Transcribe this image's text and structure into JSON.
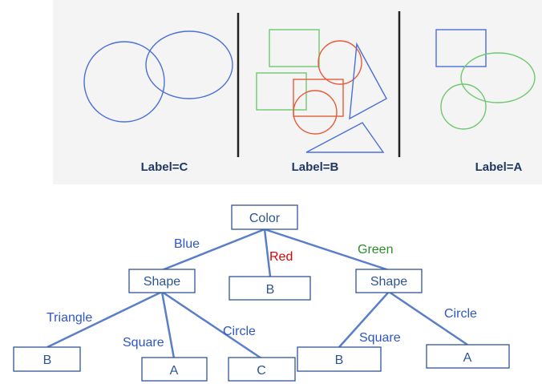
{
  "panels": [
    {
      "label": "Label=C"
    },
    {
      "label": "Label=B"
    },
    {
      "label": "Label=A"
    }
  ],
  "tree": {
    "nodes": [
      {
        "id": "root",
        "text": "Color"
      },
      {
        "id": "shape-left",
        "text": "Shape"
      },
      {
        "id": "leaf-red",
        "text": "B"
      },
      {
        "id": "shape-right",
        "text": "Shape"
      },
      {
        "id": "leaf-triangle",
        "text": "B"
      },
      {
        "id": "leaf-square-left",
        "text": "A"
      },
      {
        "id": "leaf-circle-left",
        "text": "C"
      },
      {
        "id": "leaf-square-right",
        "text": "B"
      },
      {
        "id": "leaf-circle-right",
        "text": "A"
      }
    ],
    "edges": [
      {
        "id": "edge-blue",
        "text": "Blue"
      },
      {
        "id": "edge-red",
        "text": "Red"
      },
      {
        "id": "edge-green",
        "text": "Green"
      },
      {
        "id": "edge-triangle",
        "text": "Triangle"
      },
      {
        "id": "edge-square-left",
        "text": "Square"
      },
      {
        "id": "edge-circle-left",
        "text": "Circle"
      },
      {
        "id": "edge-square-right",
        "text": "Square"
      },
      {
        "id": "edge-circle-right",
        "text": "Circle"
      }
    ]
  },
  "colors": {
    "shape_blue": "#4472c4",
    "shape_green": "#70c870",
    "shape_red": "#e55c3a",
    "label_dark": "#1f3864",
    "edge_blue": "#2e56c8",
    "edge_red": "#e00000",
    "edge_green": "#2e8b2e",
    "divider": "#222222",
    "panel_bg": "#f4f4f4",
    "tree_line": "#5b7fc7",
    "node_text": "#2f5496"
  }
}
